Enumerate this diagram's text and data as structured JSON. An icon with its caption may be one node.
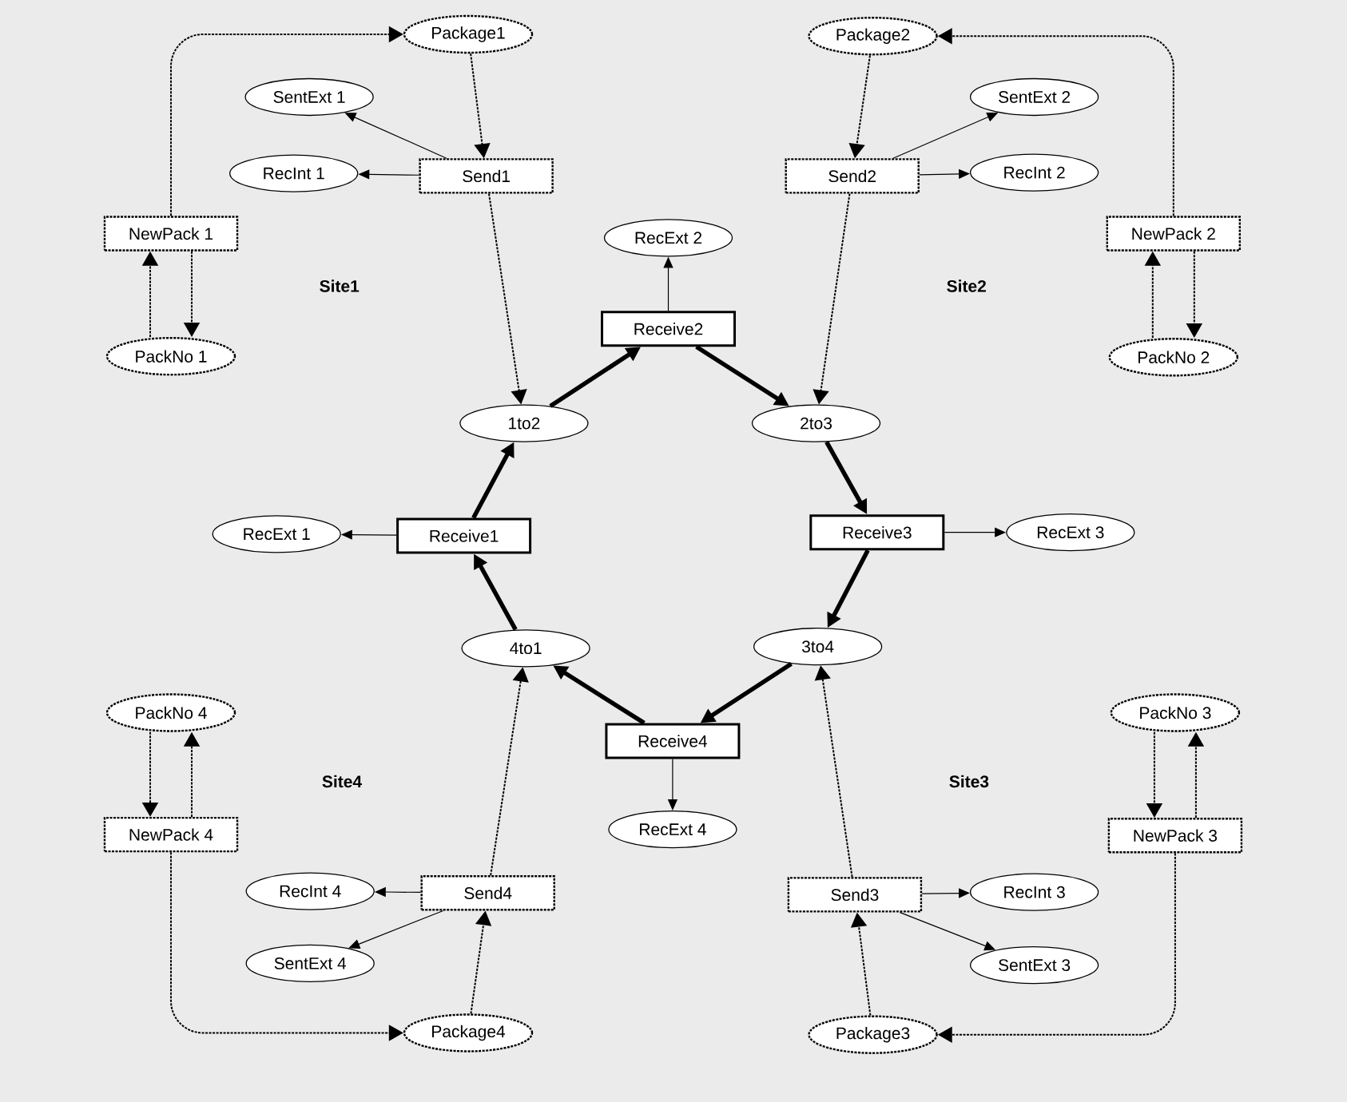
{
  "diagram": {
    "nodes": [
      {
        "text": [
          "Package1"
        ]
      },
      {
        "text": [
          "Package2"
        ]
      },
      {
        "text": [
          "SentExt 1"
        ]
      },
      {
        "text": [
          "SentExt 2"
        ]
      },
      {
        "text": [
          "RecInt 1"
        ]
      },
      {
        "text": [
          "Send1"
        ]
      },
      {
        "text": [
          "Send2"
        ]
      },
      {
        "text": [
          "RecInt 2"
        ]
      },
      {
        "text": [
          "NewPack 1"
        ]
      },
      {
        "text": [
          "RecExt 2"
        ]
      },
      {
        "text": [
          "NewPack 2"
        ]
      },
      {
        "text": [
          "Receive2"
        ]
      },
      {
        "text": [
          "PackNo 1"
        ]
      },
      {
        "text": [
          "PackNo 2"
        ]
      },
      {
        "text": [
          "1to2"
        ]
      },
      {
        "text": [
          "2to3"
        ]
      },
      {
        "text": [
          "RecExt 1"
        ]
      },
      {
        "text": [
          "Receive1"
        ]
      },
      {
        "text": [
          "Receive3"
        ]
      },
      {
        "text": [
          "RecExt 3"
        ]
      },
      {
        "text": [
          "4to1"
        ]
      },
      {
        "text": [
          "3to4"
        ]
      },
      {
        "text": [
          "PackNo 4"
        ]
      },
      {
        "text": [
          "PackNo 3"
        ]
      },
      {
        "text": [
          "Receive4"
        ]
      },
      {
        "text": [
          "NewPack 4"
        ]
      },
      {
        "text": [
          "RecExt 4"
        ]
      },
      {
        "text": [
          "NewPack 3"
        ]
      },
      {
        "text": [
          "RecInt 4"
        ]
      },
      {
        "text": [
          "Send4"
        ]
      },
      {
        "text": [
          "Send3"
        ]
      },
      {
        "text": [
          "RecInt 3"
        ]
      },
      {
        "text": [
          "SentExt 4"
        ]
      },
      {
        "text": [
          "SentExt 3"
        ]
      },
      {
        "text": [
          "Package4"
        ]
      },
      {
        "text": [
          "Package3"
        ]
      }
    ],
    "edges": [
      {
        "from": 8,
        "to": 0,
        "arrow": "to",
        "style": "dashed"
      },
      {
        "from": 0,
        "to": 5,
        "arrow": "to",
        "style": "dashed"
      },
      {
        "from": 5,
        "to": 2,
        "arrow": "to"
      },
      {
        "from": 5,
        "to": 4,
        "arrow": "to"
      },
      {
        "from": 5,
        "to": 14,
        "arrow": "to",
        "style": "dashed"
      },
      {
        "from": 12,
        "to": 8,
        "arrow": "to",
        "style": "dashed"
      },
      {
        "from": 8,
        "to": 12,
        "arrow": "to",
        "style": "dashed"
      },
      {
        "from": 10,
        "to": 1,
        "arrow": "to",
        "style": "dashed"
      },
      {
        "from": 1,
        "to": 6,
        "arrow": "to",
        "style": "dashed"
      },
      {
        "from": 6,
        "to": 3,
        "arrow": "to"
      },
      {
        "from": 6,
        "to": 7,
        "arrow": "to"
      },
      {
        "from": 6,
        "to": 15,
        "arrow": "to",
        "style": "dashed"
      },
      {
        "from": 13,
        "to": 10,
        "arrow": "to",
        "style": "dashed"
      },
      {
        "from": 10,
        "to": 13,
        "arrow": "to",
        "style": "dashed"
      },
      {
        "from": 11,
        "to": 9,
        "arrow": "to"
      },
      {
        "from": 14,
        "to": 11,
        "arrow": "to",
        "style": "thick"
      },
      {
        "from": 11,
        "to": 15,
        "arrow": "to",
        "style": "thick"
      },
      {
        "from": 15,
        "to": 18,
        "arrow": "to",
        "style": "thick"
      },
      {
        "from": 18,
        "to": 19,
        "arrow": "to"
      },
      {
        "from": 18,
        "to": 21,
        "arrow": "to",
        "style": "thick"
      },
      {
        "from": 21,
        "to": 24,
        "arrow": "to",
        "style": "thick"
      },
      {
        "from": 24,
        "to": 20,
        "arrow": "to",
        "style": "thick"
      },
      {
        "from": 24,
        "to": 26,
        "arrow": "to"
      },
      {
        "from": 20,
        "to": 17,
        "arrow": "to",
        "style": "thick"
      },
      {
        "from": 17,
        "to": 14,
        "arrow": "to",
        "style": "thick"
      },
      {
        "from": 17,
        "to": 16,
        "arrow": "to"
      },
      {
        "from": 22,
        "to": 25,
        "arrow": "to",
        "style": "dashed"
      },
      {
        "from": 25,
        "to": 22,
        "arrow": "to",
        "style": "dashed"
      },
      {
        "from": 25,
        "to": 34,
        "arrow": "to",
        "style": "dashed"
      },
      {
        "from": 34,
        "to": 29,
        "arrow": "to",
        "style": "dashed"
      },
      {
        "from": 29,
        "to": 28,
        "arrow": "to"
      },
      {
        "from": 29,
        "to": 32,
        "arrow": "to"
      },
      {
        "from": 29,
        "to": 20,
        "arrow": "to",
        "style": "dashed"
      },
      {
        "from": 23,
        "to": 27,
        "arrow": "to",
        "style": "dashed"
      },
      {
        "from": 27,
        "to": 23,
        "arrow": "to",
        "style": "dashed"
      },
      {
        "from": 27,
        "to": 35,
        "arrow": "to",
        "style": "dashed"
      },
      {
        "from": 35,
        "to": 30,
        "arrow": "to",
        "style": "dashed"
      },
      {
        "from": 30,
        "to": 31,
        "arrow": "to"
      },
      {
        "from": 30,
        "to": 33,
        "arrow": "to"
      },
      {
        "from": 30,
        "to": 21,
        "arrow": "to",
        "style": "dashed"
      }
    ],
    "labels": [
      "Site1",
      "Site2",
      "Site4",
      "Site3"
    ]
  }
}
